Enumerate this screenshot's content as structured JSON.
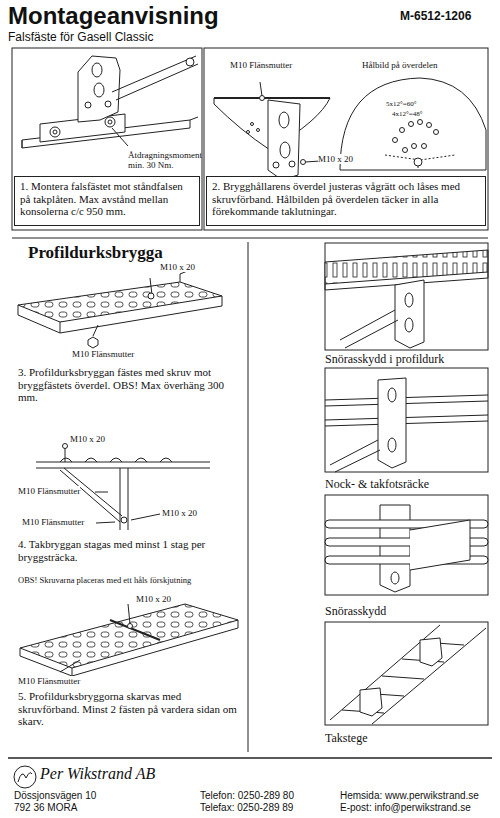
{
  "diagram": {
    "title": "Montageanvisning",
    "nodes": [
      {
        "text": [
          "1. Montera falsfästet mot ståndfalsen på takplåten. Max avstånd mellan konsolerna c/c 950 mm."
        ]
      },
      {
        "text": [
          "2. Brygghållarens överdel justeras vågrätt och låses med skruvförband. Hålbilden på överdelen täcker in alla förekommande taklutningar."
        ]
      },
      {
        "text": [
          "Snörasskydd i profildurk"
        ]
      },
      {
        "text": [
          "Nock- & takfotsräcke"
        ]
      },
      {
        "text": [
          "Snörasskydd"
        ]
      },
      {
        "text": [
          "Takstege"
        ]
      }
    ],
    "labels": [
      "M-6512-1206",
      "Falsfäste för Gasell Classic",
      "Åtdragningsmoment min. 30 Nm.",
      "M10 Flänsmutter",
      "Hålbild på överdelen",
      "5x12°=60°",
      "4x12°=48°",
      "M10 x 20",
      "Profildurksbrygga",
      "M10 x 20",
      "M10 Flänsmutter",
      "3. Profildurksbryggan fästes med skruv mot bryggfästets överdel. OBS! Max överhäng 300 mm.",
      "M10 x 20",
      "M10 Flänsmutter",
      "M10 Flänsmutter",
      "M10 x 20",
      "4. Takbryggan stagas med minst 1 stag per bryggsträcka.",
      "OBS! Skruvarna placeras med ett håls förskjutning",
      "M10 x 20",
      "M10 Flänsmutter",
      "5. Profildurksbryggorna skarvas med skruvförband. Minst 2 fästen på vardera sidan om skarv.",
      "Per Wikstrand AB",
      "Dössjonsvägen 10",
      "792 36 MORA",
      "Telefon: 0250-289 80",
      "Telefax: 0250-289 89",
      "Hemsida: www.perwikstrand.se",
      "E-post: info@perwikstrand.se"
    ]
  }
}
